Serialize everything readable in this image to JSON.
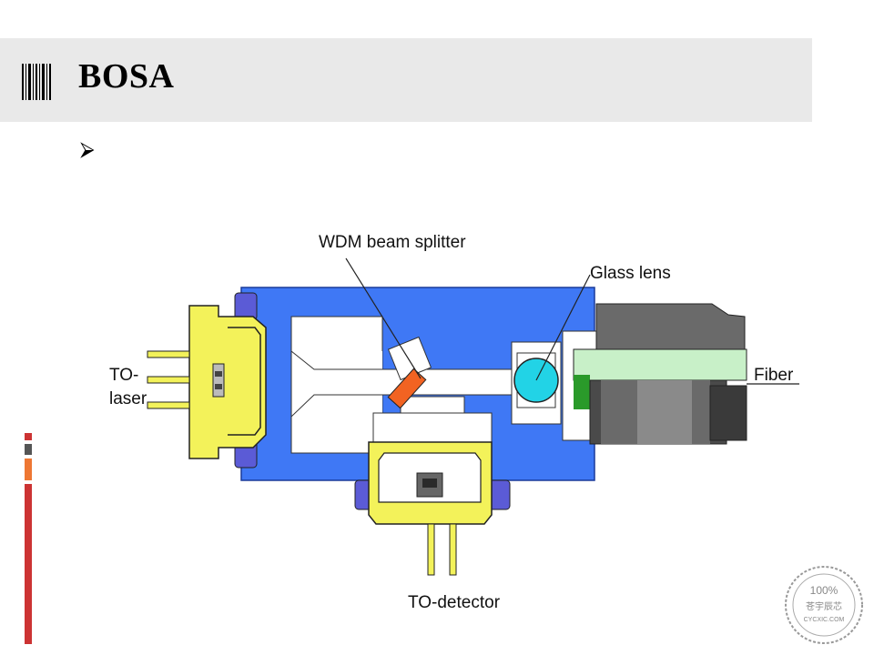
{
  "slide": {
    "title": "BOSA",
    "bullet_text": ""
  },
  "diagram": {
    "labels": {
      "wdm_beam_splitter": "WDM beam splitter",
      "glass_lens": "Glass lens",
      "fiber": "Fiber",
      "to_laser_line1": "TO-",
      "to_laser_line2": "laser",
      "to_detector": "TO-detector"
    },
    "colors": {
      "housing": "#3f78f5",
      "to_can": "#f3f25a",
      "splitter": "#f26322",
      "lens": "#22d3e6",
      "ferrule": "#c8f0c8",
      "fiber_housing": "#555555"
    }
  },
  "icons": {
    "title_icon": "barcode-icon",
    "bullet_icon": "arrow-bullet-icon",
    "watermark": "stamp-seal"
  },
  "watermark": {
    "top_text": "100%",
    "brand": "苍宇辰芯",
    "url": "CYCXIC.COM"
  }
}
